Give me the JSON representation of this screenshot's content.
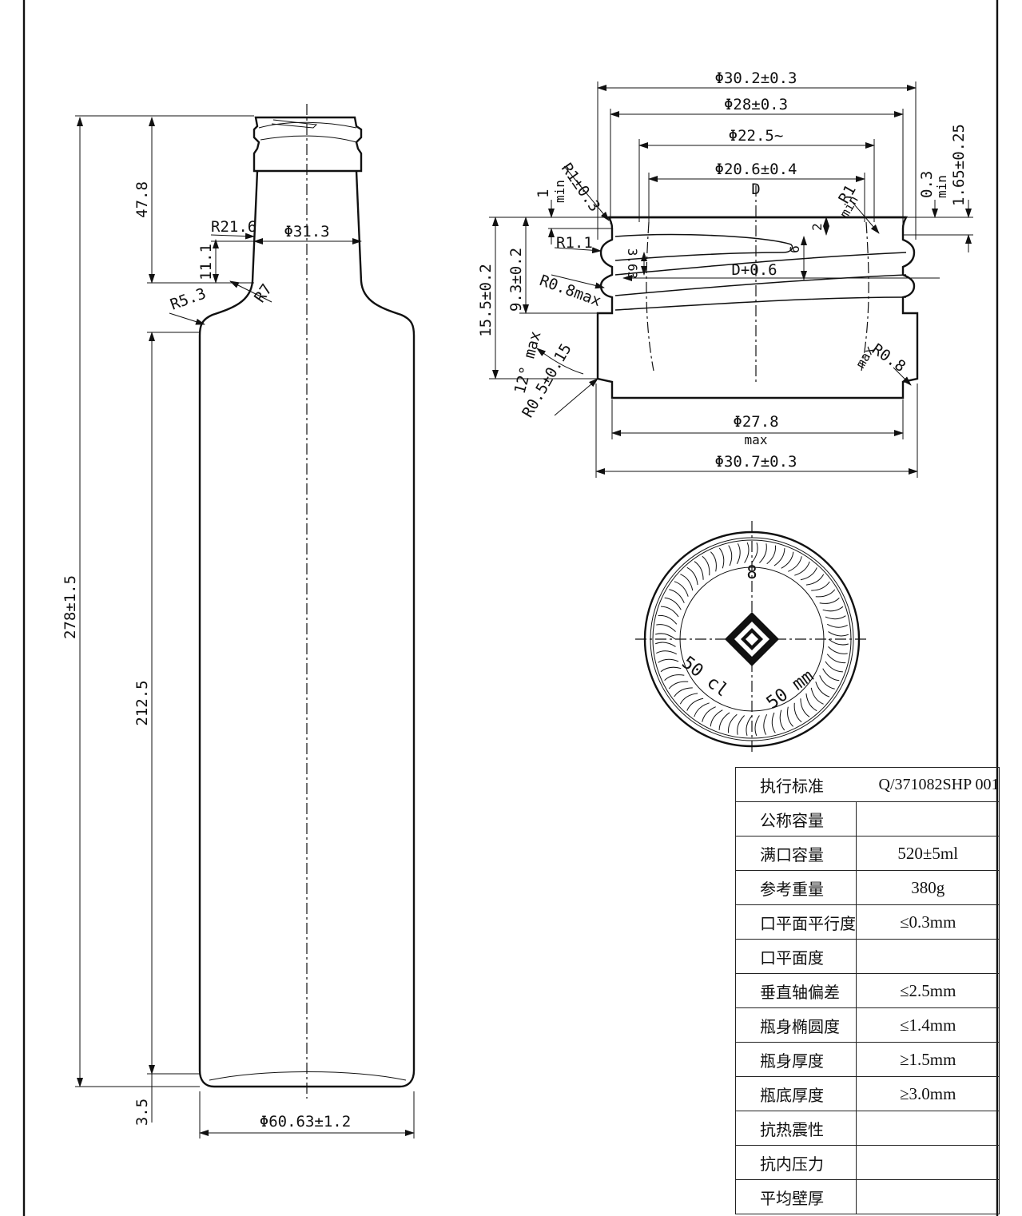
{
  "bottle_view": {
    "dimensions": {
      "total_height": "278±1.5",
      "neck_height": "47.8",
      "shoulder_height": "11.1",
      "body_height": "212.5",
      "base_height": "3.5",
      "neck_diameter": "Φ31.3",
      "body_diameter": "Φ60.63±1.2",
      "radius_neck": "R21.6",
      "radius_shoulder": "R7",
      "radius_body": "R5.3"
    }
  },
  "finish_view": {
    "dimensions": {
      "d_outer_top": "Φ30.2±0.3",
      "d_thread": "Φ28±0.3",
      "d_22_5": "Φ22.5~",
      "d_bore": "Φ20.6±0.4",
      "label_d": "D",
      "label_d_plus": "D+0.6",
      "d_transfer": "Φ27.8",
      "d_transfer_note": "max",
      "d_outer_bottom": "Φ30.7±0.3",
      "r_lip": "R1±0.3",
      "r_lip_inner_top": "R1",
      "r_lip_inner_top_note": "min",
      "r_thread": "R1.1",
      "r_bead": "R0.8max",
      "r_bead_right_a": "R0.8",
      "r_bead_right_b": "max",
      "r_base": "R0.5±0.15",
      "angle": "12° max",
      "h_1min_a": "1",
      "h_1min_b": "min",
      "h_0_3_min_a": "0.3",
      "h_0_3_min_b": "min",
      "h_1_65": "1.65±0.25",
      "h_15_5": "15.5±0.2",
      "h_9_3": "9.3±0.2",
      "h_3_63": "3.63",
      "h_2": "2",
      "h_6": "6"
    }
  },
  "base_view": {
    "mark_top": "8",
    "mark_left": "50 cl",
    "mark_right": "50 mm"
  },
  "spec_table": {
    "rows": [
      {
        "label": "执行标准",
        "value": "Q/371082SHP 001"
      },
      {
        "label": "公称容量",
        "value": ""
      },
      {
        "label": "满口容量",
        "value": "520±5ml"
      },
      {
        "label": "参考重量",
        "value": "380g"
      },
      {
        "label": "口平面平行度",
        "value": "≤0.3mm"
      },
      {
        "label": "口平面度",
        "value": ""
      },
      {
        "label": "垂直轴偏差",
        "value": "≤2.5mm"
      },
      {
        "label": "瓶身椭圆度",
        "value": "≤1.4mm"
      },
      {
        "label": "瓶身厚度",
        "value": "≥1.5mm"
      },
      {
        "label": "瓶底厚度",
        "value": "≥3.0mm"
      },
      {
        "label": "抗热震性",
        "value": ""
      },
      {
        "label": "抗内压力",
        "value": ""
      },
      {
        "label": "平均壁厚",
        "value": ""
      }
    ]
  }
}
